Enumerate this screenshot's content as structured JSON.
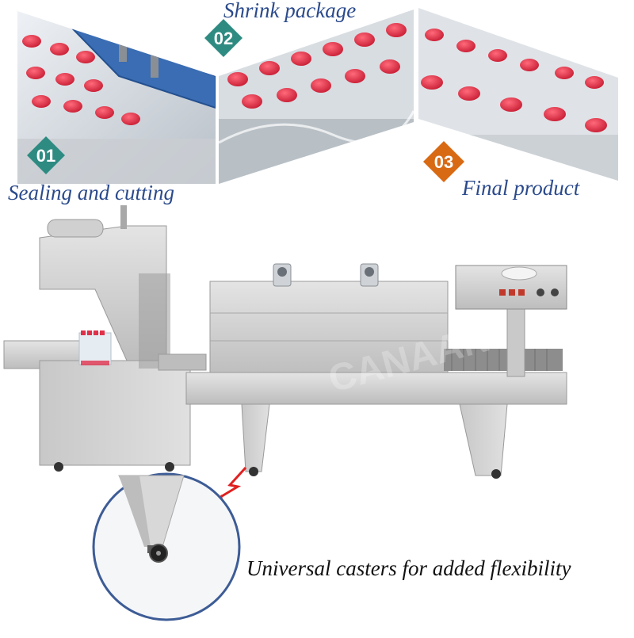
{
  "steps": [
    {
      "number": "01",
      "label": "Sealing and cutting",
      "badge_color": "#2e8b82"
    },
    {
      "number": "02",
      "label": "Shrink package",
      "badge_color": "#2e8b82"
    },
    {
      "number": "03",
      "label": "Final product",
      "badge_color": "#d86a14"
    }
  ],
  "machine_panel": {
    "watermark": "CANAAN"
  },
  "caster_callout": {
    "label": "Universal casters for added flexibility",
    "arrow_color": "#e02020"
  },
  "colors": {
    "caption_text": "#2b4a8c",
    "machine_body": "#d3d3d3",
    "bottle_cap": "#e0304a"
  }
}
